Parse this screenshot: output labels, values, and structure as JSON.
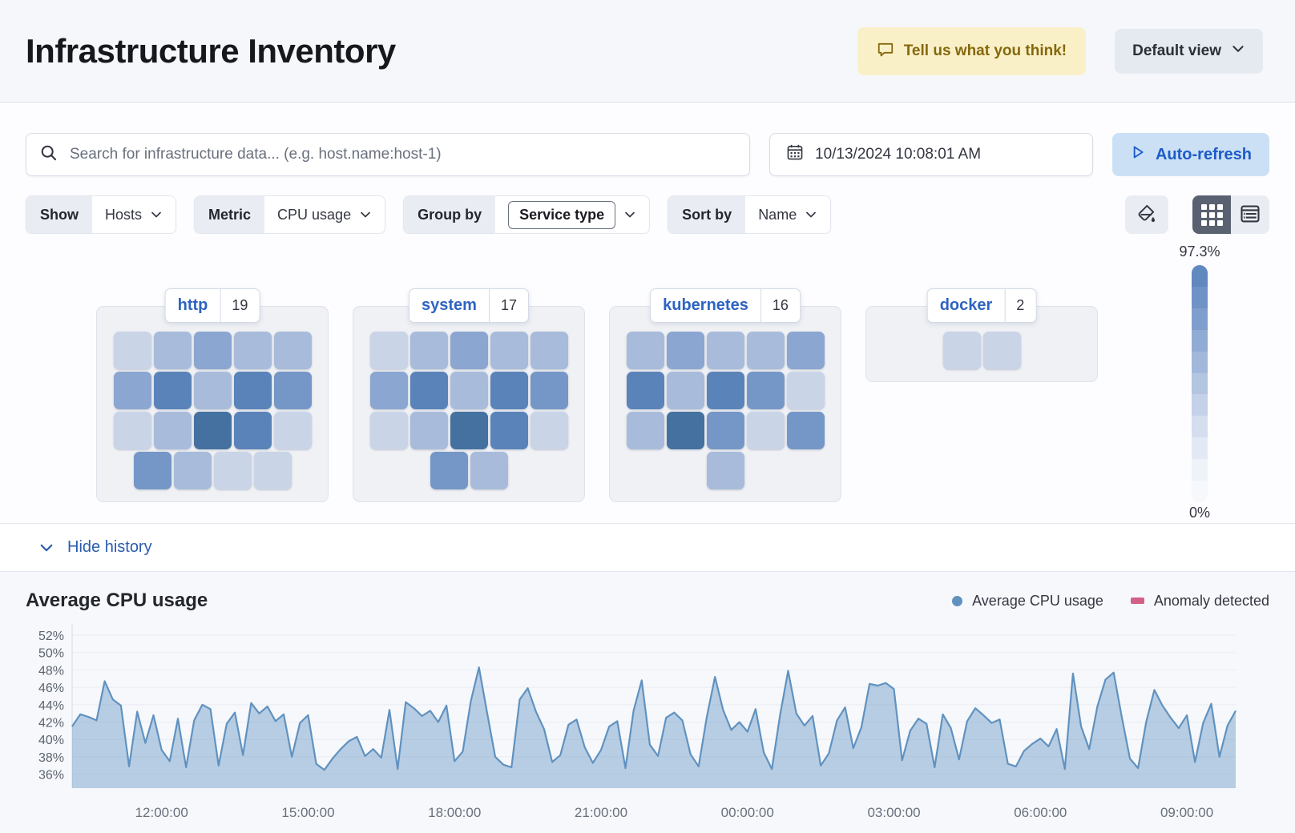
{
  "header": {
    "title": "Infrastructure Inventory",
    "feedback_button": "Tell us what you think!",
    "view_button": "Default view"
  },
  "search": {
    "placeholder": "Search for infrastructure data... (e.g. host.name:host-1)",
    "datetime": "10/13/2024 10:08:01 AM",
    "auto_refresh": "Auto-refresh"
  },
  "filters": {
    "show_label": "Show",
    "show_value": "Hosts",
    "metric_label": "Metric",
    "metric_value": "CPU usage",
    "group_by_label": "Group by",
    "group_by_value": "Service type",
    "sort_by_label": "Sort by",
    "sort_by_value": "Name"
  },
  "waffle": {
    "legend_max": "97.3%",
    "legend_min": "0%",
    "legend_colors": [
      "#6089bf",
      "#6f93c6",
      "#7f9ecd",
      "#90abd4",
      "#a2b8db",
      "#b4c5e2",
      "#c5d1e9",
      "#d5deef",
      "#e3e9f4",
      "#eef2f9",
      "#f6f8fc"
    ],
    "palette": {
      "1": "#d9e0ee",
      "2": "#c9d4e7",
      "3": "#a8bbdb",
      "4": "#8ba6d0",
      "5": "#7597c7",
      "6": "#5a83ba",
      "7": "#44719f"
    },
    "groups": [
      {
        "name": "http",
        "count": "19",
        "rows": [
          [
            2,
            3,
            4,
            3,
            3
          ],
          [
            4,
            6,
            3,
            6,
            5
          ],
          [
            2,
            3,
            7,
            6,
            2
          ],
          [
            5,
            3,
            2,
            2
          ]
        ]
      },
      {
        "name": "system",
        "count": "17",
        "rows": [
          [
            2,
            3,
            4,
            3,
            3
          ],
          [
            4,
            6,
            3,
            6,
            5
          ],
          [
            2,
            3,
            7,
            6,
            2
          ],
          [
            5,
            3
          ]
        ]
      },
      {
        "name": "kubernetes",
        "count": "16",
        "rows": [
          [
            3,
            4,
            3,
            3,
            4
          ],
          [
            6,
            3,
            6,
            5,
            2
          ],
          [
            3,
            7,
            5,
            2,
            5
          ],
          [
            3
          ]
        ]
      },
      {
        "name": "docker",
        "count": "2",
        "rows": [
          [
            2,
            2
          ]
        ]
      }
    ]
  },
  "history": {
    "toggle_label": "Hide history"
  },
  "chart_data": {
    "type": "area",
    "title": "Average CPU usage",
    "legend": [
      {
        "label": "Average CPU usage",
        "color": "#6092C0",
        "marker": "circle"
      },
      {
        "label": "Anomaly detected",
        "color": "#D36086",
        "marker": "rect"
      }
    ],
    "legend_position": "top-right",
    "grid": true,
    "ylim": [
      36,
      52
    ],
    "y_ticks": [
      "52%",
      "50%",
      "48%",
      "46%",
      "44%",
      "42%",
      "40%",
      "38%",
      "36%"
    ],
    "x_ticks": [
      "12:00:00",
      "15:00:00",
      "18:00:00",
      "21:00:00",
      "00:00:00",
      "03:00:00",
      "06:00:00",
      "09:00:00"
    ],
    "line_color": "#6092C0",
    "fill_color": "#6092C0",
    "fill_opacity": 0.42,
    "values": [
      41.5,
      42.9,
      42.6,
      42.2,
      46.7,
      44.6,
      43.9,
      36.9,
      43.2,
      39.6,
      42.8,
      38.8,
      37.5,
      42.4,
      36.8,
      42.2,
      44.0,
      43.5,
      37.0,
      41.8,
      43.1,
      38.2,
      44.2,
      43.0,
      43.8,
      42.1,
      42.9,
      38.0,
      41.9,
      42.8,
      37.2,
      36.5,
      37.8,
      38.9,
      39.8,
      40.3,
      38.1,
      38.9,
      37.9,
      43.4,
      36.6,
      44.3,
      43.6,
      42.7,
      43.3,
      42.0,
      43.9,
      37.5,
      38.6,
      44.4,
      48.3,
      43.1,
      38.0,
      37.1,
      36.8,
      44.6,
      45.9,
      43.2,
      41.2,
      37.4,
      38.2,
      41.7,
      42.3,
      39.1,
      37.3,
      38.8,
      41.5,
      42.1,
      36.7,
      43.3,
      46.8,
      39.4,
      38.1,
      42.5,
      43.1,
      42.2,
      38.3,
      36.9,
      42.6,
      47.2,
      43.4,
      41.1,
      42.0,
      40.9,
      43.5,
      38.5,
      36.6,
      42.8,
      47.9,
      43.0,
      41.6,
      42.7,
      37.0,
      38.4,
      42.2,
      43.7,
      39.0,
      41.4,
      46.4,
      46.2,
      46.5,
      45.8,
      37.6,
      41.0,
      42.4,
      41.8,
      36.8,
      42.9,
      41.3,
      37.7,
      42.1,
      43.6,
      42.8,
      41.9,
      42.3,
      37.2,
      36.9,
      38.7,
      39.5,
      40.1,
      39.2,
      41.2,
      36.6,
      47.6,
      41.5,
      38.9,
      43.8,
      46.9,
      47.7,
      42.6,
      37.8,
      36.7,
      42.0,
      45.7,
      43.9,
      42.5,
      41.3,
      42.8,
      37.4,
      41.9,
      44.1,
      38.0,
      41.6,
      43.3
    ]
  }
}
